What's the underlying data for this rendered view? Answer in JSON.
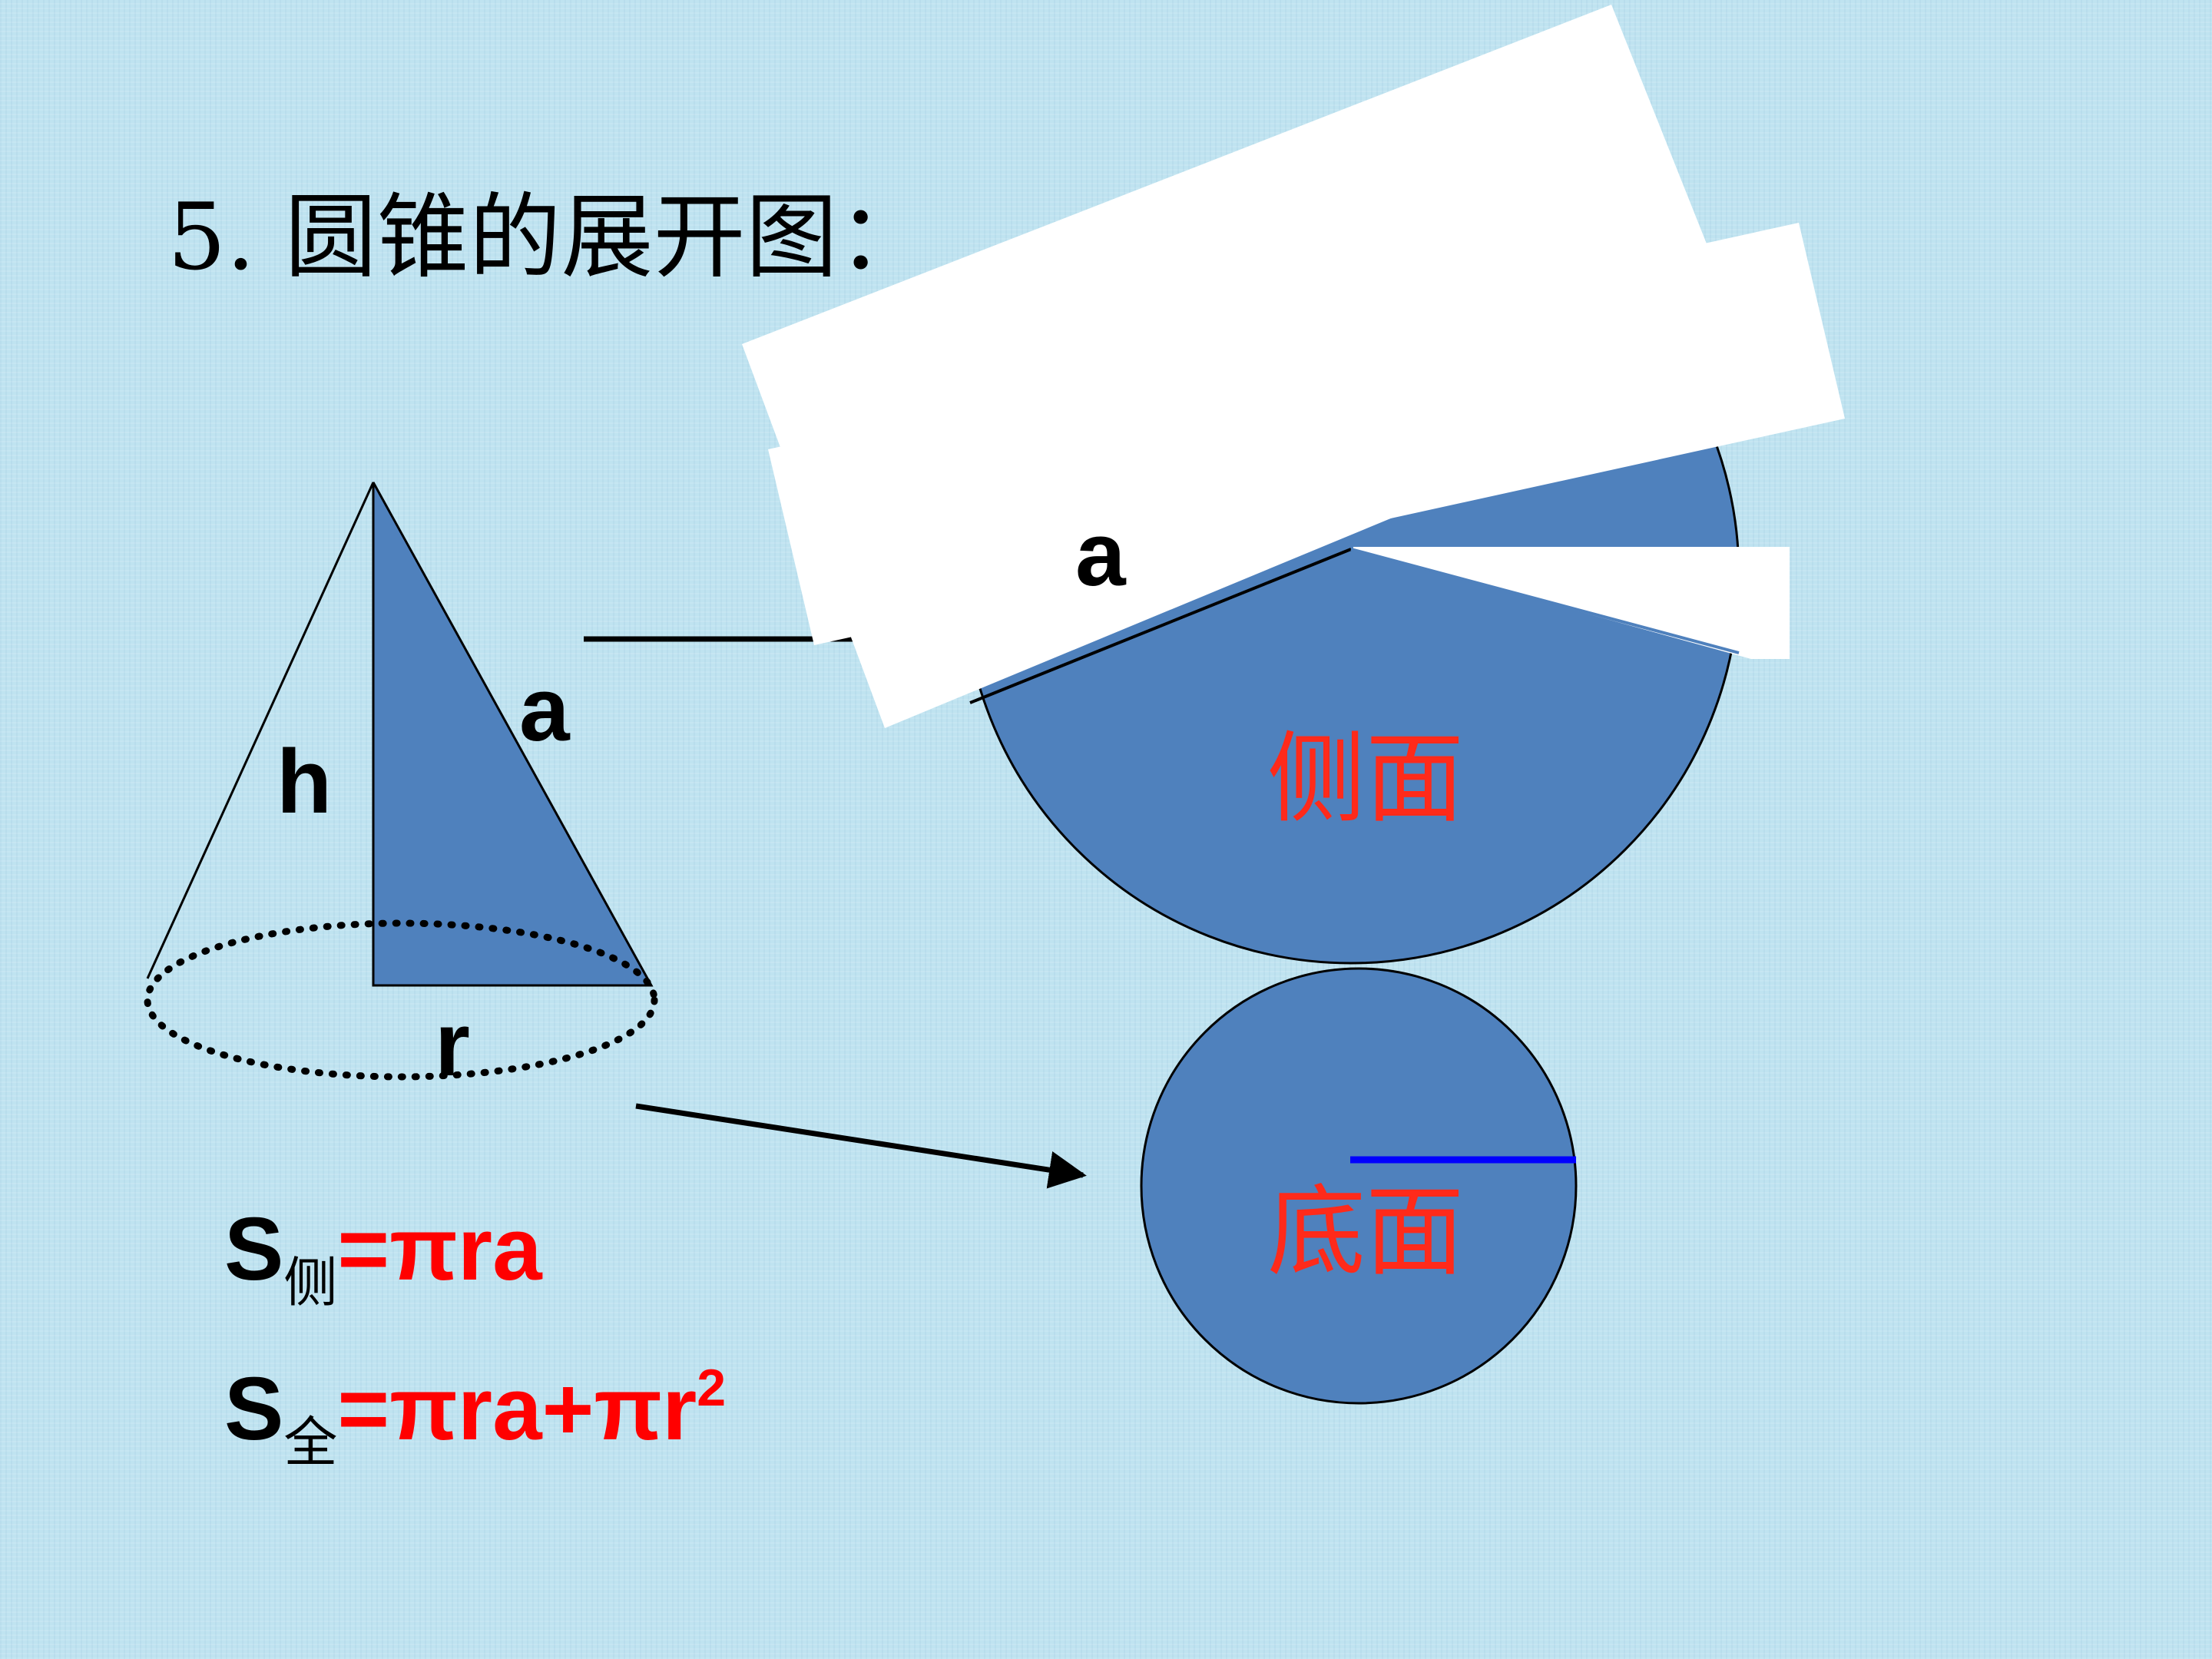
{
  "title": "5. 圆锥的展开图：",
  "cone_labels": {
    "height": "h",
    "slant": "a",
    "radius": "r"
  },
  "net_labels": {
    "slant": "a",
    "lateral_face": "侧面",
    "base_face": "底面"
  },
  "formulas": {
    "lateral": {
      "symbol": "S",
      "subscript": "侧",
      "expression": "=πra"
    },
    "total": {
      "symbol": "S",
      "subscript": "全",
      "expression": "=πra+πr",
      "superscript": "2"
    }
  },
  "colors": {
    "shape_fill": "#4f81bd",
    "highlight_text": "#ff0000",
    "face_label": "#ff2a1a",
    "radius_line": "#0000ff",
    "outline": "#000000",
    "cover": "#ffffff"
  }
}
